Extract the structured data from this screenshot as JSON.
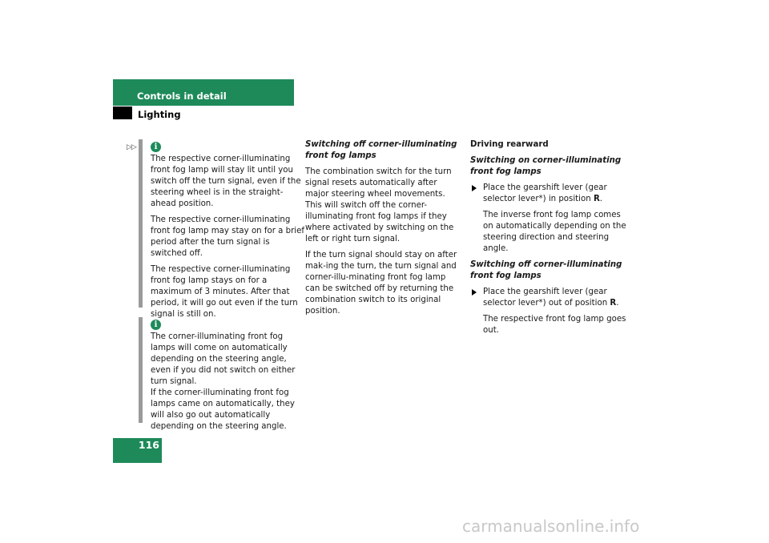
{
  "header": {
    "title": "Controls in detail",
    "section": "Lighting"
  },
  "page_number": "116",
  "continuation_marker": "▷▷",
  "notes": [
    {
      "icon": "info-icon",
      "paragraphs": [
        "The respective corner-illuminating front fog lamp will stay lit until you switch off the turn signal, even if the steering wheel is in the straight-ahead position.",
        "The respective corner-illuminating front fog lamp may stay on for a brief period after the turn signal is switched off.",
        "The respective corner-illuminating front fog lamp stays on for a maximum of 3 minutes. After that period, it will go out even if the turn signal is still on."
      ]
    },
    {
      "icon": "info-icon",
      "paragraphs": [
        "The corner-illuminating front fog lamps will come on automatically depending on the steering angle, even if you did not switch on either turn signal.",
        "If the corner-illuminating front fog lamps came on automatically, they will also go out automatically depending on the steering angle."
      ]
    }
  ],
  "col2": {
    "subhead": "Switching off corner-illuminating front fog lamps",
    "p1": "The combination switch for the turn signal resets automatically after major steering wheel movements. This will switch off the corner-illuminating front fog lamps if they where activated by switching on the left or right turn signal.",
    "p2": "If the turn signal should stay on after mak-ing the turn, the turn signal and corner-illu-minating front fog lamp can be switched off by returning the combination switch to its original position."
  },
  "col3": {
    "heading": "Driving rearward",
    "subhead1": "Switching on corner-illuminating front fog lamps",
    "step1_text": "Place the gearshift lever (gear selector lever*) in position ",
    "step1_pos": "R",
    "step1_end": ".",
    "result1": "The inverse front fog lamp comes on automatically depending on the steering direction and steering angle.",
    "subhead2": "Switching off corner-illuminating front fog lamps",
    "step2_text": "Place the gearshift lever (gear selector lever*) out of position ",
    "step2_pos": "R",
    "step2_end": ".",
    "result2": "The respective front fog lamp goes out."
  },
  "watermark": "carmanualsonline.info",
  "colors": {
    "accent": "#1e8a5a",
    "note_bar": "#9a9a9a"
  }
}
